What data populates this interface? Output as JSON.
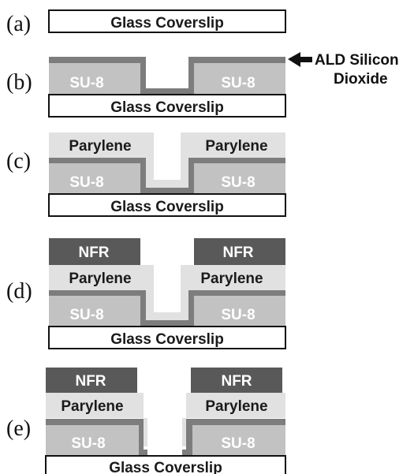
{
  "colors": {
    "glass_fill": "#ffffff",
    "outline": "#111111",
    "su8": "#c2c2c2",
    "oxide": "#7d7d7d",
    "parylene": "#e1e1e1",
    "nfr": "#595959",
    "white_text": "#ffffff",
    "dark_text": "#1a1a1a"
  },
  "labels": {
    "glass": "Glass Coverslip",
    "su8": "SU-8",
    "parylene": "Parylene",
    "nfr": "NFR",
    "oxide_line1": "ALD Silicon",
    "oxide_line2": "Dioxide"
  },
  "steps": [
    {
      "id": "a",
      "label": "(a)",
      "layers": [
        "glass"
      ]
    },
    {
      "id": "b",
      "label": "(b)",
      "layers": [
        "glass",
        "su8",
        "oxide"
      ]
    },
    {
      "id": "c",
      "label": "(c)",
      "layers": [
        "glass",
        "su8",
        "oxide",
        "parylene"
      ]
    },
    {
      "id": "d",
      "label": "(d)",
      "layers": [
        "glass",
        "su8",
        "oxide",
        "parylene",
        "nfr"
      ]
    },
    {
      "id": "e",
      "label": "(e)",
      "layers": [
        "glass",
        "su8",
        "oxide",
        "parylene",
        "nfr"
      ],
      "oxide_removed_in_trench": true
    }
  ],
  "icons": {
    "oxide_pointer": "left-arrow-icon"
  }
}
